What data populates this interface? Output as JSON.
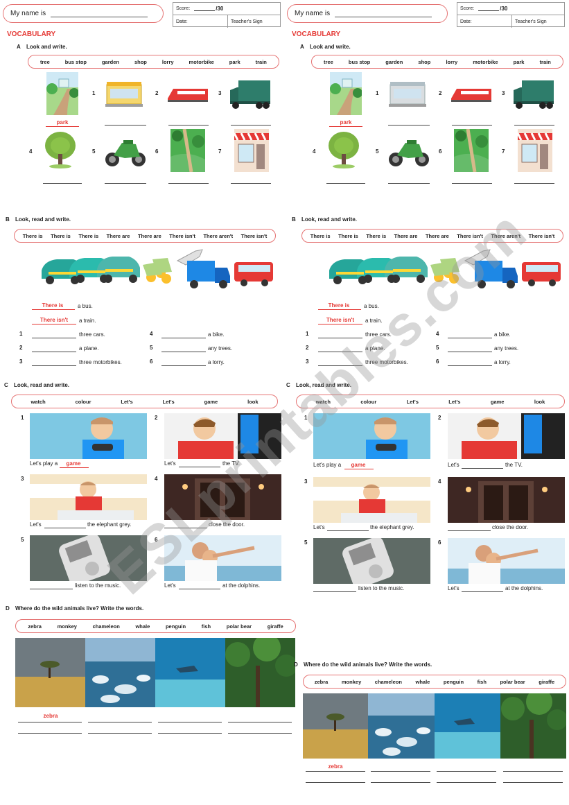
{
  "header": {
    "name_label": "My name is",
    "score_label": "Score:",
    "score_total": "/30",
    "date_label": "Date:",
    "sign_label": "Teacher's Sign"
  },
  "title": "VOCABULARY",
  "section_a": {
    "letter": "A",
    "instruction": "Look and write.",
    "word_bank": [
      "tree",
      "bus stop",
      "garden",
      "shop",
      "lorry",
      "motorbike",
      "park",
      "train"
    ],
    "example_answer": "park",
    "numbers": [
      "1",
      "2",
      "3",
      "4",
      "5",
      "6",
      "7"
    ],
    "pictures": [
      "park",
      "bus stop",
      "train",
      "lorry",
      "tree",
      "motorbike",
      "garden",
      "shop"
    ]
  },
  "section_b": {
    "letter": "B",
    "instruction": "Look, read and write.",
    "word_bank": [
      "There is",
      "There is",
      "There is",
      "There are",
      "There are",
      "There isn't",
      "There aren't",
      "There isn't"
    ],
    "examples": [
      {
        "answer": "There is",
        "text": "a bus."
      },
      {
        "answer": "There isn't",
        "text": "a train."
      }
    ],
    "items": [
      {
        "num": "1",
        "text": "three cars."
      },
      {
        "num": "2",
        "text": "a plane."
      },
      {
        "num": "3",
        "text": "three motorbikes."
      },
      {
        "num": "4",
        "text": "a bike."
      },
      {
        "num": "5",
        "text": "any trees."
      },
      {
        "num": "6",
        "text": "a lorry."
      }
    ]
  },
  "section_c": {
    "letter": "C",
    "instruction": "Look, read and write.",
    "word_bank": [
      "watch",
      "colour",
      "Let's",
      "Let's",
      "game",
      "look"
    ],
    "numbers": [
      "1",
      "2",
      "3",
      "4",
      "5",
      "6"
    ],
    "items": [
      {
        "num": "1",
        "before": "Let's play a",
        "answer": "game",
        "after": ""
      },
      {
        "num": "2",
        "before": "Let's",
        "after": "the TV."
      },
      {
        "num": "3",
        "before": "Let's",
        "after": "the elephant grey."
      },
      {
        "num": "4",
        "before": "",
        "after": "close the door."
      },
      {
        "num": "5",
        "before": "",
        "after": "listen to the music."
      },
      {
        "num": "6",
        "before": "Let's",
        "after": "at the dolphins."
      }
    ]
  },
  "section_d": {
    "letter": "D",
    "instruction": "Where do the wild animals live? Write the words.",
    "word_bank": [
      "zebra",
      "monkey",
      "chameleon",
      "whale",
      "penguin",
      "fish",
      "polar bear",
      "giraffe"
    ],
    "example_answer": "zebra",
    "habitats": [
      "savanna",
      "polar sea",
      "ocean",
      "jungle"
    ]
  },
  "watermark": "ESLprintables.com",
  "colors": {
    "accent_red": "#e53935",
    "bank_border": "#e57373",
    "line": "#444444"
  }
}
